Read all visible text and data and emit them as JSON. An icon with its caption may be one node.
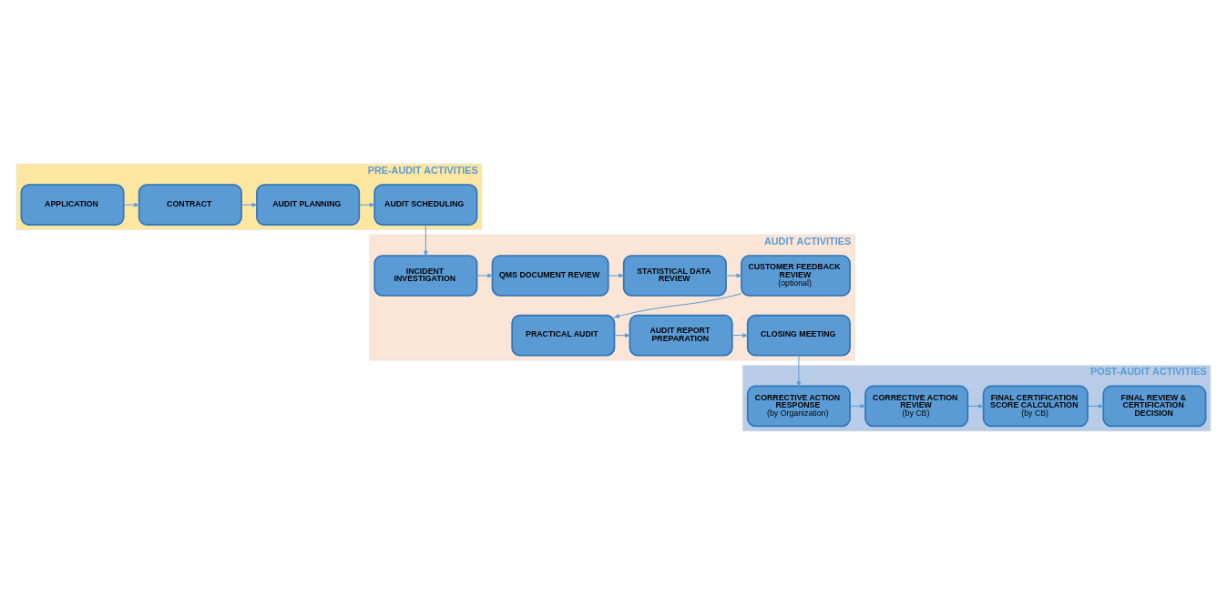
{
  "diagram": {
    "nodes": [
      {
        "text": [
          "PRE-AUDIT ACTIVITIES"
        ]
      },
      {
        "text": [
          "APPLICATION"
        ],
        "in": 0
      },
      {
        "text": [
          "CONTRACT"
        ],
        "in": 0
      },
      {
        "text": [
          "AUDIT PLANNING"
        ],
        "in": 0
      },
      {
        "text": [
          "AUDIT SCHEDULING"
        ],
        "in": 0
      },
      {
        "text": [
          "AUDIT ACTIVITIES"
        ]
      },
      {
        "text": [
          "INCIDENT INVESTIGATION"
        ],
        "in": 5
      },
      {
        "text": [
          "QMS DOCUMENT REVIEW"
        ],
        "in": 5
      },
      {
        "text": [
          "STATISTICAL DATA REVIEW"
        ],
        "in": 5
      },
      {
        "text": [
          "CUSTOMER FEEDBACK REVIEW",
          "(optional)"
        ],
        "in": 5
      },
      {
        "text": [
          "PRACTICAL AUDIT"
        ],
        "in": 5
      },
      {
        "text": [
          "AUDIT REPORT PREPARATION"
        ],
        "in": 5
      },
      {
        "text": [
          "CLOSING MEETING"
        ],
        "in": 5
      },
      {
        "text": [
          "POST-AUDIT ACTIVITIES"
        ]
      },
      {
        "text": [
          "CORRECTIVE ACTION RESPONSE",
          "(by Organization)"
        ],
        "in": 13
      },
      {
        "text": [
          "CORRECTIVE ACTION REVIEW",
          "(by CB)"
        ],
        "in": 13
      },
      {
        "text": [
          "FINAL CERTIFICATION SCORE CALCULATION",
          "(by CB)"
        ],
        "in": 13
      },
      {
        "text": [
          "FINAL REVIEW & CERTIFICATION DECISION"
        ],
        "in": 13
      }
    ],
    "edges": [
      {
        "from": 1,
        "to": 2,
        "arrow": "to"
      },
      {
        "from": 2,
        "to": 3,
        "arrow": "to"
      },
      {
        "from": 3,
        "to": 4,
        "arrow": "to"
      },
      {
        "from": 4,
        "to": 6,
        "arrow": "to"
      },
      {
        "from": 6,
        "to": 7,
        "arrow": "to"
      },
      {
        "from": 7,
        "to": 8,
        "arrow": "to"
      },
      {
        "from": 8,
        "to": 9,
        "arrow": "to"
      },
      {
        "from": 9,
        "to": 10,
        "arrow": "to"
      },
      {
        "from": 10,
        "to": 11,
        "arrow": "to"
      },
      {
        "from": 11,
        "to": 12,
        "arrow": "to"
      },
      {
        "from": 12,
        "to": 14,
        "arrow": "to"
      },
      {
        "from": 14,
        "to": 15,
        "arrow": "to"
      },
      {
        "from": 15,
        "to": 16,
        "arrow": "to"
      },
      {
        "from": 16,
        "to": 17,
        "arrow": "to"
      }
    ]
  }
}
